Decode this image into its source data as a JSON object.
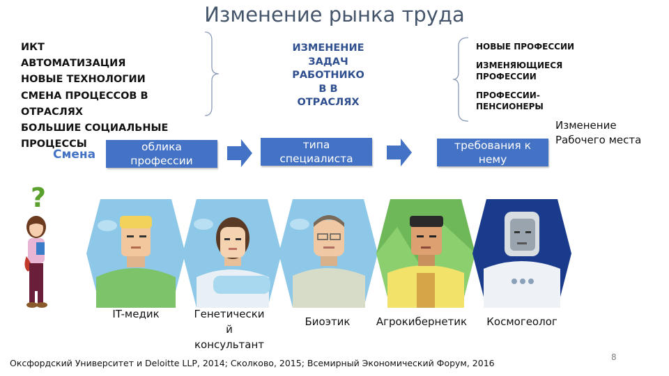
{
  "title": "Изменение рынка труда",
  "drivers": [
    "ИКТ",
    "АВТОМАТИЗАЦИЯ",
    "НОВЫЕ ТЕХНОЛОГИИ",
    "СМЕНА ПРОЦЕССОВ В",
    "ОТРАСЛЯХ",
    "БОЛЬШИЕ СОЦИАЛЬНЫЕ",
    "ПРОЦЕССЫ"
  ],
  "task_change": [
    "ИЗМЕНЕНИЕ",
    "ЗАДАЧ",
    "РАБОТНИКО",
    "В В",
    "ОТРАСЛЯХ"
  ],
  "professions": [
    {
      "line1": "НОВЫЕ ПРОФЕССИИ",
      "line2": ""
    },
    {
      "line1": "ИЗМЕНЯЮЩИЕСЯ",
      "line2": "ПРОФЕССИИ"
    },
    {
      "line1": "ПРОФЕССИИ-",
      "line2": "ПЕНСИОНЕРЫ"
    }
  ],
  "smena_label": "Смена",
  "flow": [
    {
      "line1": "облика",
      "line2": "профессии"
    },
    {
      "line1": "типа",
      "line2": "специалиста"
    },
    {
      "line1": "требования к",
      "line2": "нему"
    }
  ],
  "workplace_change": {
    "line1": "Изменение",
    "line2": "Рабочего места"
  },
  "question_mark": "?",
  "jobs": [
    {
      "line1": "IT-медик",
      "line2": "",
      "line3": ""
    },
    {
      "line1": "Генетически",
      "line2": "й",
      "line3": "консультант"
    },
    {
      "line1": "Биоэтик",
      "line2": "",
      "line3": ""
    },
    {
      "line1": "Агрокибернетик",
      "line2": "",
      "line3": ""
    },
    {
      "line1": "Космогеолог",
      "line2": "",
      "line3": ""
    }
  ],
  "source": "Оксфордский Университет и Deloitte LLP, 2014; Сколково, 2015; Всемирный Экономический Форум, 2016",
  "page_number": "8",
  "colors": {
    "accent": "#4472c4",
    "title": "#44546a",
    "mid_text": "#2f4f8f"
  }
}
